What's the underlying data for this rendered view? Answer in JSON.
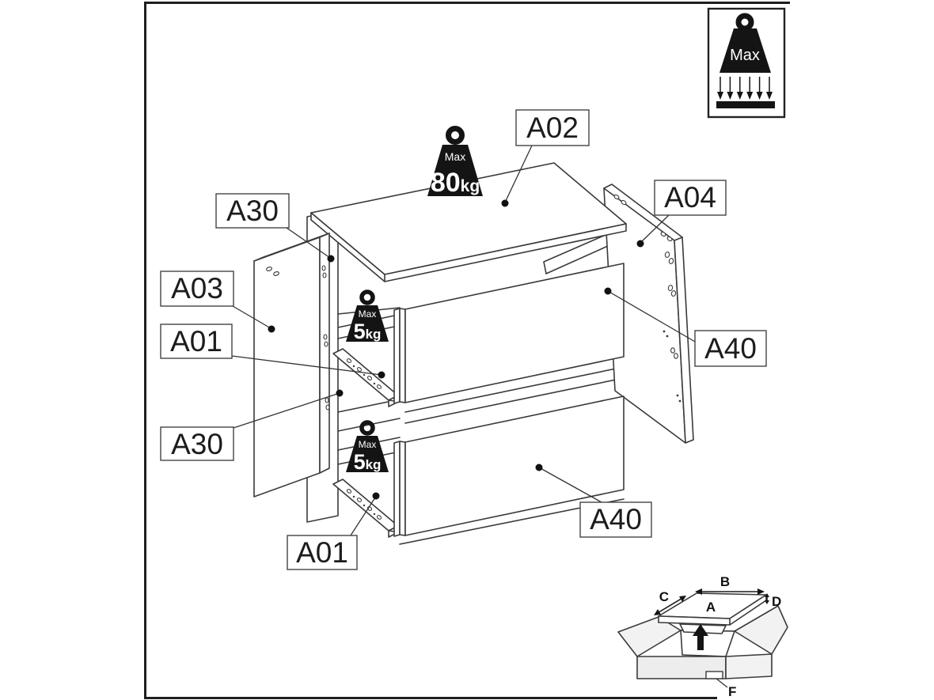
{
  "document": {
    "type": "furniture-assembly-exploded-diagram"
  },
  "part_labels": [
    {
      "id": "a30-top",
      "text": "A30"
    },
    {
      "id": "a02",
      "text": "A02"
    },
    {
      "id": "a03",
      "text": "A03"
    },
    {
      "id": "a01-middle",
      "text": "A01"
    },
    {
      "id": "a30-bottom",
      "text": "A30"
    },
    {
      "id": "a04",
      "text": "A04"
    },
    {
      "id": "a40-right",
      "text": "A40"
    },
    {
      "id": "a40-bottom",
      "text": "A40"
    },
    {
      "id": "a01-bottom",
      "text": "A01"
    }
  ],
  "weight_limits": {
    "corner_icon": {
      "prefix": "Max"
    },
    "top_panel": {
      "prefix": "Max",
      "value": "80",
      "unit": "kg"
    },
    "upper_drawer": {
      "prefix": "Max",
      "value": "5",
      "unit": "kg"
    },
    "lower_drawer": {
      "prefix": "Max",
      "value": "5",
      "unit": "kg"
    }
  },
  "package_diagram": {
    "panel_label": "A",
    "width_label": "B",
    "depth_label": "C",
    "thickness_label": "D",
    "sticker_label": "F"
  },
  "colors": {
    "background": "#ffffff",
    "line": "#3a3a3a",
    "black": "#141414",
    "label_text": "#1c1c1c",
    "frame": "#1e1e1e"
  }
}
